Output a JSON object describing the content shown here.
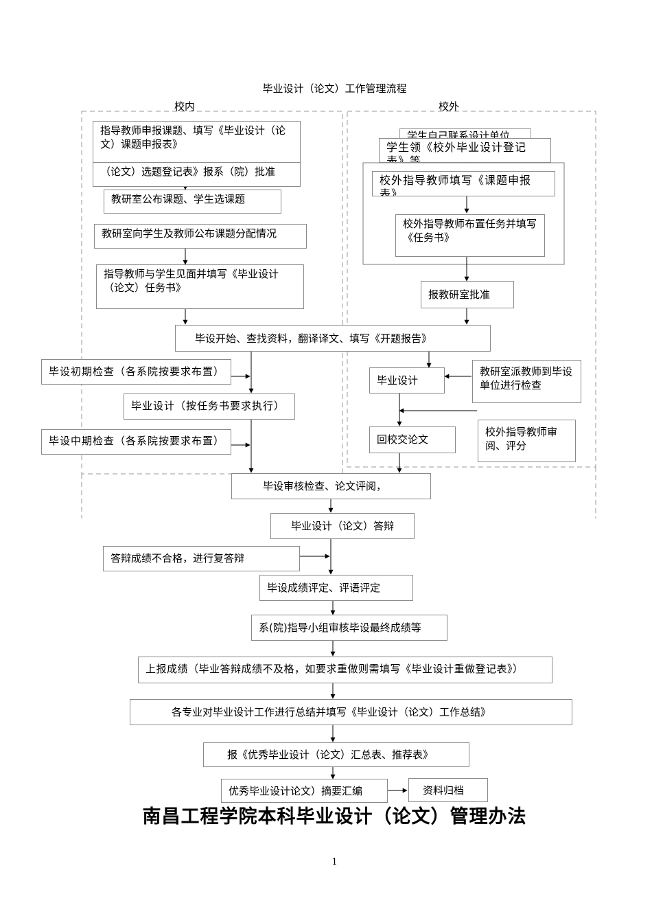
{
  "diagram": {
    "title": "毕业设计（论文）工作管理流程",
    "left_header": "校内",
    "right_header": "校外",
    "nodes": {
      "n1": "指导教师申报课题、填写《毕业设计（论文）课题申报表》",
      "n2": "（论文）选题登记表》报系（院）批准",
      "n3": "教研室公布课题、学生选课题",
      "n4": "教研室向学生及教师公布课题分配情况",
      "n5": "指导教师与学生见面并填写《毕业设计（论文）任务书》",
      "r1": "学生自己联系设计单位",
      "r2": "学生领《校外毕业设计登记表》等",
      "r3": "校外指导教师填写《课题申报表》",
      "r4": "校外指导教师布置任务并填写《任务书》",
      "r5": "报教研室批准",
      "m1": "毕设开始、查找资料，翻译译文、填写《开题报告》",
      "l1": "毕设初期检查（各系院按要求布置）",
      "l2": "毕业设计（按任务书要求执行）",
      "l3": "毕设中期检查（各系院按要求布置）",
      "r6": "毕业设计",
      "r7": "教研室派教师到毕设单位进行检查",
      "r8": "回校交论文",
      "r9": "校外指导教师审阅、评分",
      "m2": "毕设审核检查、论文评阅，",
      "m3": "毕业设计（论文）答辩",
      "m4": "答辩成绩不合格，进行复答辩",
      "m5": "毕设成绩评定、评语评定",
      "m6": "系(院)指导小组审核毕设最终成绩等",
      "m7": "上报成绩（毕业答辩成绩不及格，如要求重做则需填写《毕业设计重做登记表》）",
      "m8": "各专业对毕业设计工作进行总结并填写《毕业设计（论文）工作总结》",
      "m9": "报《优秀毕业设计（论文）汇总表、推荐表》",
      "m10": "优秀毕业设计论文）摘要汇编",
      "m11": "资料归档"
    }
  },
  "document": {
    "main_title": "南昌工程学院本科毕业设计（论文）管理办法",
    "page_number": "1"
  }
}
